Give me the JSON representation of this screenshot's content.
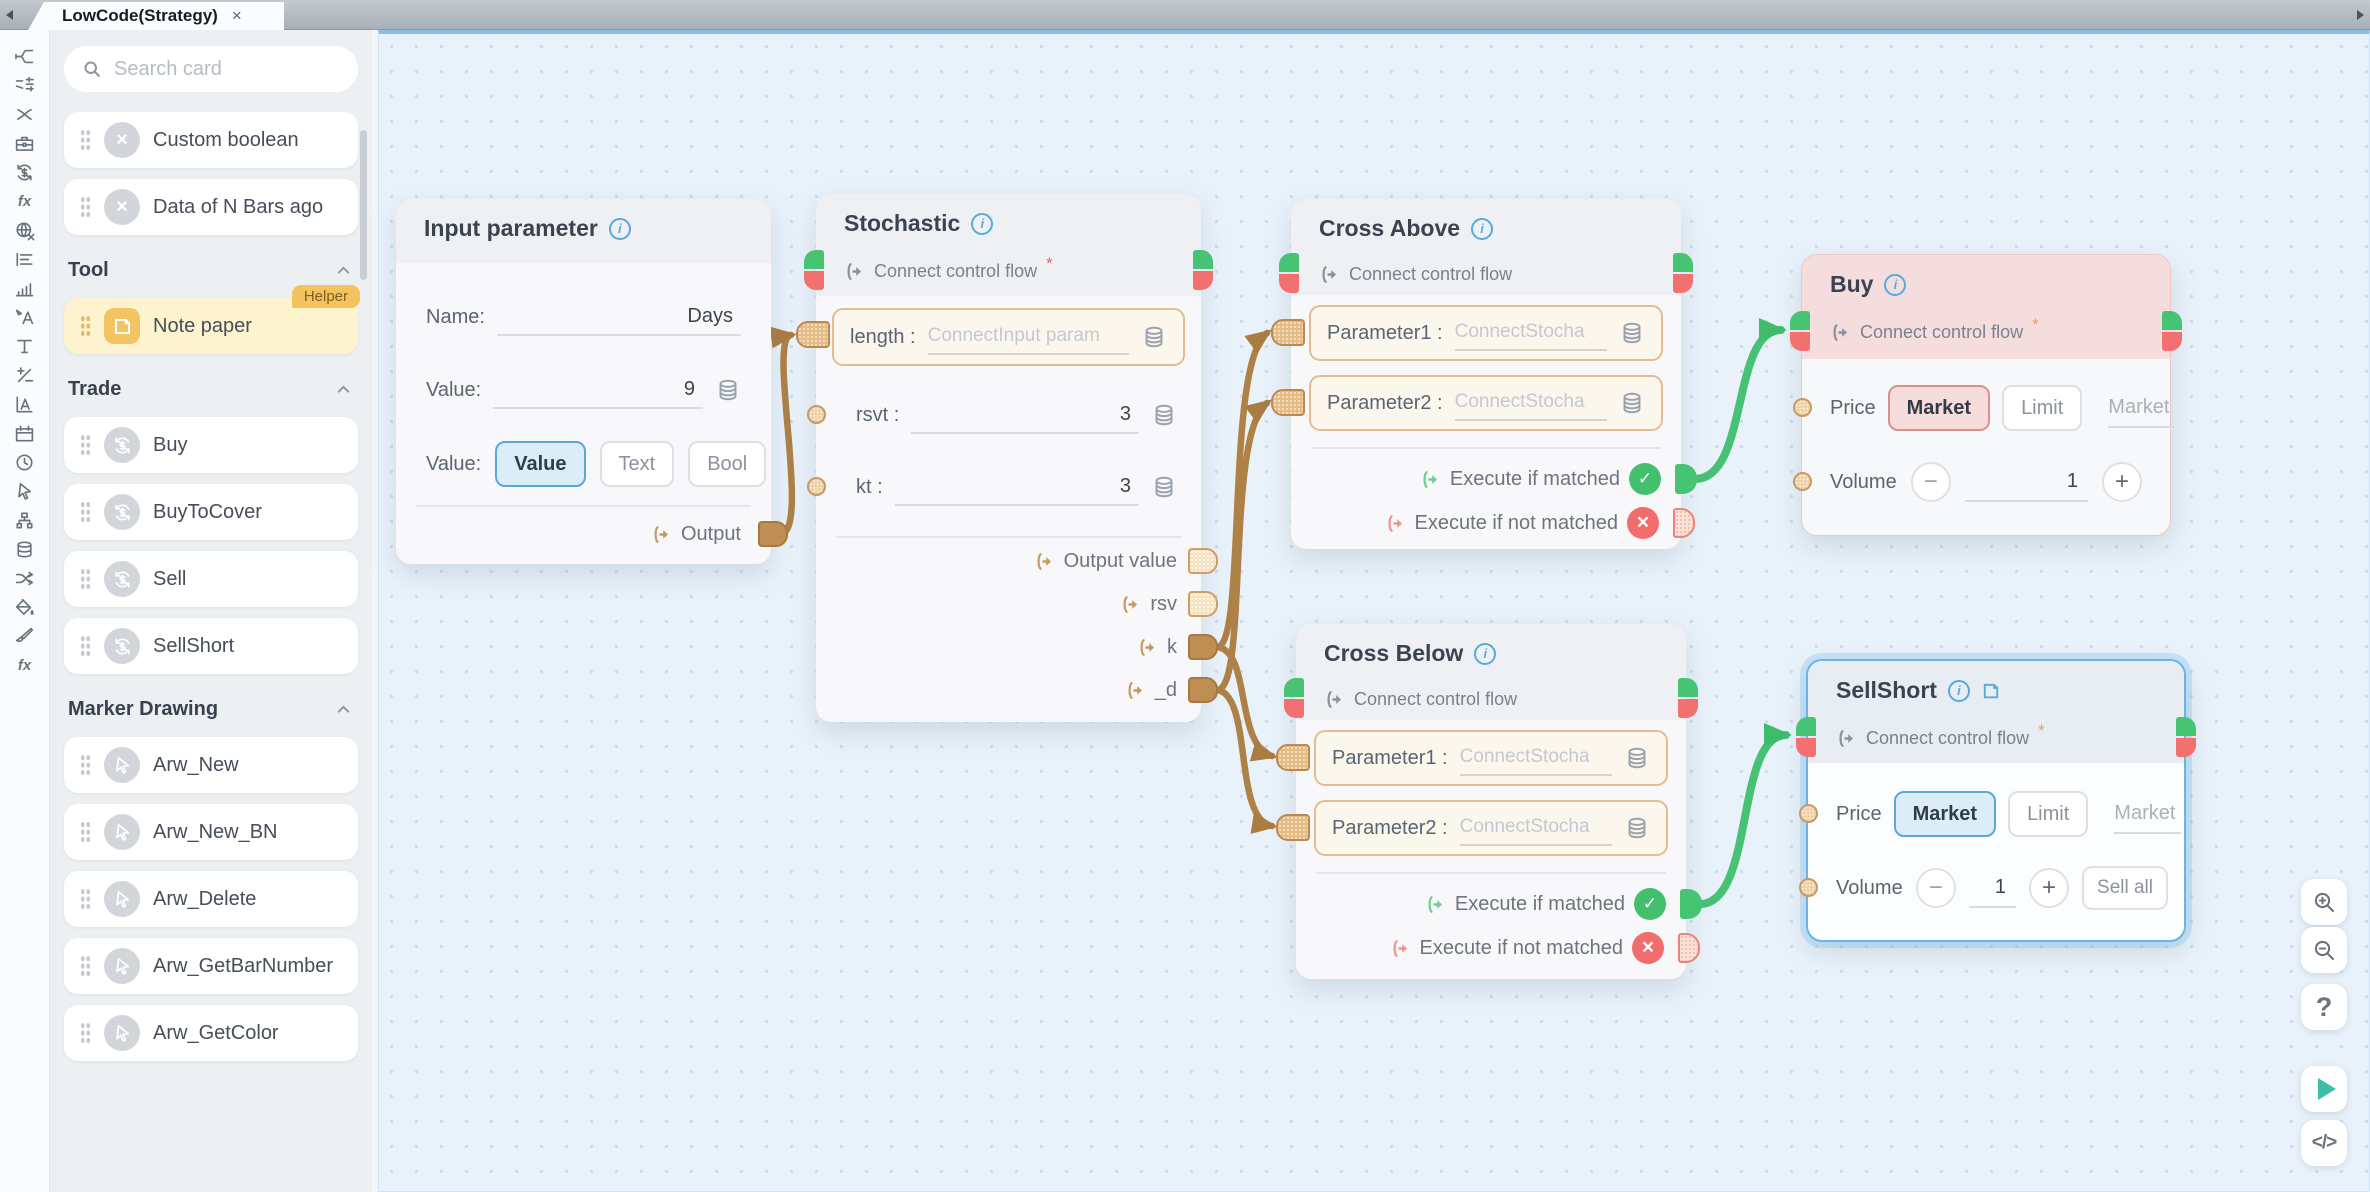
{
  "colors": {
    "accent_blue": "#57aadd",
    "wire_tan": "#ae8146",
    "wire_green": "#47c173",
    "port_green": "#46c473",
    "port_red": "#f37070",
    "helper_badge": "#f4c360",
    "selected_outline": "#6fb3e0"
  },
  "icons": {
    "info": "i",
    "close": "×",
    "check": "✓",
    "cross": "×",
    "minus": "−",
    "plus": "+",
    "help": "?",
    "code": "</>"
  },
  "tab_bar": {
    "active_tab": "LowCode(Strategy)"
  },
  "toolbar_icons": [
    "merge-flow-icon",
    "compare-settings-icon",
    "cross-x-icon",
    "briefcase-icon",
    "dollar-cycle-icon",
    "function-icon",
    "globe-cross-icon",
    "align-bars-icon",
    "bar-chart-icon",
    "rename-icon",
    "text-icon",
    "plus-minus-icon",
    "chart-label-icon",
    "calendar-icon",
    "clock-icon",
    "pointer-icon",
    "sitemap-icon",
    "database-icon",
    "shuffle-icon",
    "paint-bucket-icon",
    "brush-icon",
    "function-extra-icon"
  ],
  "sidebar": {
    "search_placeholder": "Search card",
    "groups": [
      {
        "title": "",
        "items": [
          {
            "label": "Custom boolean",
            "icon": "boolean-x-icon"
          },
          {
            "label": "Data of N Bars ago",
            "icon": "boolean-x-icon"
          }
        ]
      },
      {
        "title": "Tool",
        "items": [
          {
            "label": "Note paper",
            "icon": "note-icon",
            "badge": "Helper",
            "style": "note"
          }
        ]
      },
      {
        "title": "Trade",
        "items": [
          {
            "label": "Buy",
            "icon": "dollar-cycle-icon"
          },
          {
            "label": "BuyToCover",
            "icon": "dollar-cycle-icon"
          },
          {
            "label": "Sell",
            "icon": "dollar-cycle-icon"
          },
          {
            "label": "SellShort",
            "icon": "dollar-cycle-icon"
          }
        ]
      },
      {
        "title": "Marker Drawing",
        "items": [
          {
            "label": "Arw_New",
            "icon": "pointer-icon"
          },
          {
            "label": "Arw_New_BN",
            "icon": "pointer-icon"
          },
          {
            "label": "Arw_Delete",
            "icon": "pointer-icon"
          },
          {
            "label": "Arw_GetBarNumber",
            "icon": "pointer-icon"
          },
          {
            "label": "Arw_GetColor",
            "icon": "pointer-icon"
          }
        ]
      }
    ]
  },
  "nodes": {
    "input_parameter": {
      "title": "Input parameter",
      "name_label": "Name:",
      "name_value": "Days",
      "value_label": "Value:",
      "value_value": "9",
      "type_label": "Value:",
      "type_options": [
        "Value",
        "Text",
        "Bool"
      ],
      "type_selected": "Value",
      "output_label": "Output"
    },
    "stochastic": {
      "title": "Stochastic",
      "control_flow_label": "Connect control flow",
      "required_mark": "*",
      "params": [
        {
          "label": "length :",
          "placeholder": "ConnectInput param"
        },
        {
          "label": "rsvt :",
          "value": "3"
        },
        {
          "label": "kt :",
          "value": "3"
        }
      ],
      "outputs": [
        "Output value",
        "rsv",
        "k",
        "_d"
      ]
    },
    "cross_above": {
      "title": "Cross Above",
      "control_flow_label": "Connect control flow",
      "params": [
        {
          "label": "Parameter1 :",
          "placeholder": "ConnectStocha"
        },
        {
          "label": "Parameter2 :",
          "placeholder": "ConnectStocha"
        }
      ],
      "matched_label": "Execute if matched",
      "not_matched_label": "Execute if not matched"
    },
    "cross_below": {
      "title": "Cross Below",
      "control_flow_label": "Connect control flow",
      "params": [
        {
          "label": "Parameter1 :",
          "placeholder": "ConnectStocha"
        },
        {
          "label": "Parameter2 :",
          "placeholder": "ConnectStocha"
        }
      ],
      "matched_label": "Execute if matched",
      "not_matched_label": "Execute if not matched"
    },
    "buy": {
      "title": "Buy",
      "control_flow_label": "Connect control flow",
      "required_mark": "*",
      "price_label": "Price",
      "price_options": [
        "Market",
        "Limit"
      ],
      "price_selected": "Market",
      "price_value": "Market",
      "volume_label": "Volume",
      "volume_value": "1"
    },
    "sell_short": {
      "title": "SellShort",
      "control_flow_label": "Connect control flow",
      "required_mark": "*",
      "price_label": "Price",
      "price_options": [
        "Market",
        "Limit"
      ],
      "price_selected": "Market",
      "price_value": "Market",
      "volume_label": "Volume",
      "volume_value": "1",
      "sell_all_label": "Sell all"
    }
  },
  "canvas_controls": [
    "zoom-in-icon",
    "zoom-out-icon",
    "help-icon",
    "run-icon",
    "code-icon"
  ]
}
